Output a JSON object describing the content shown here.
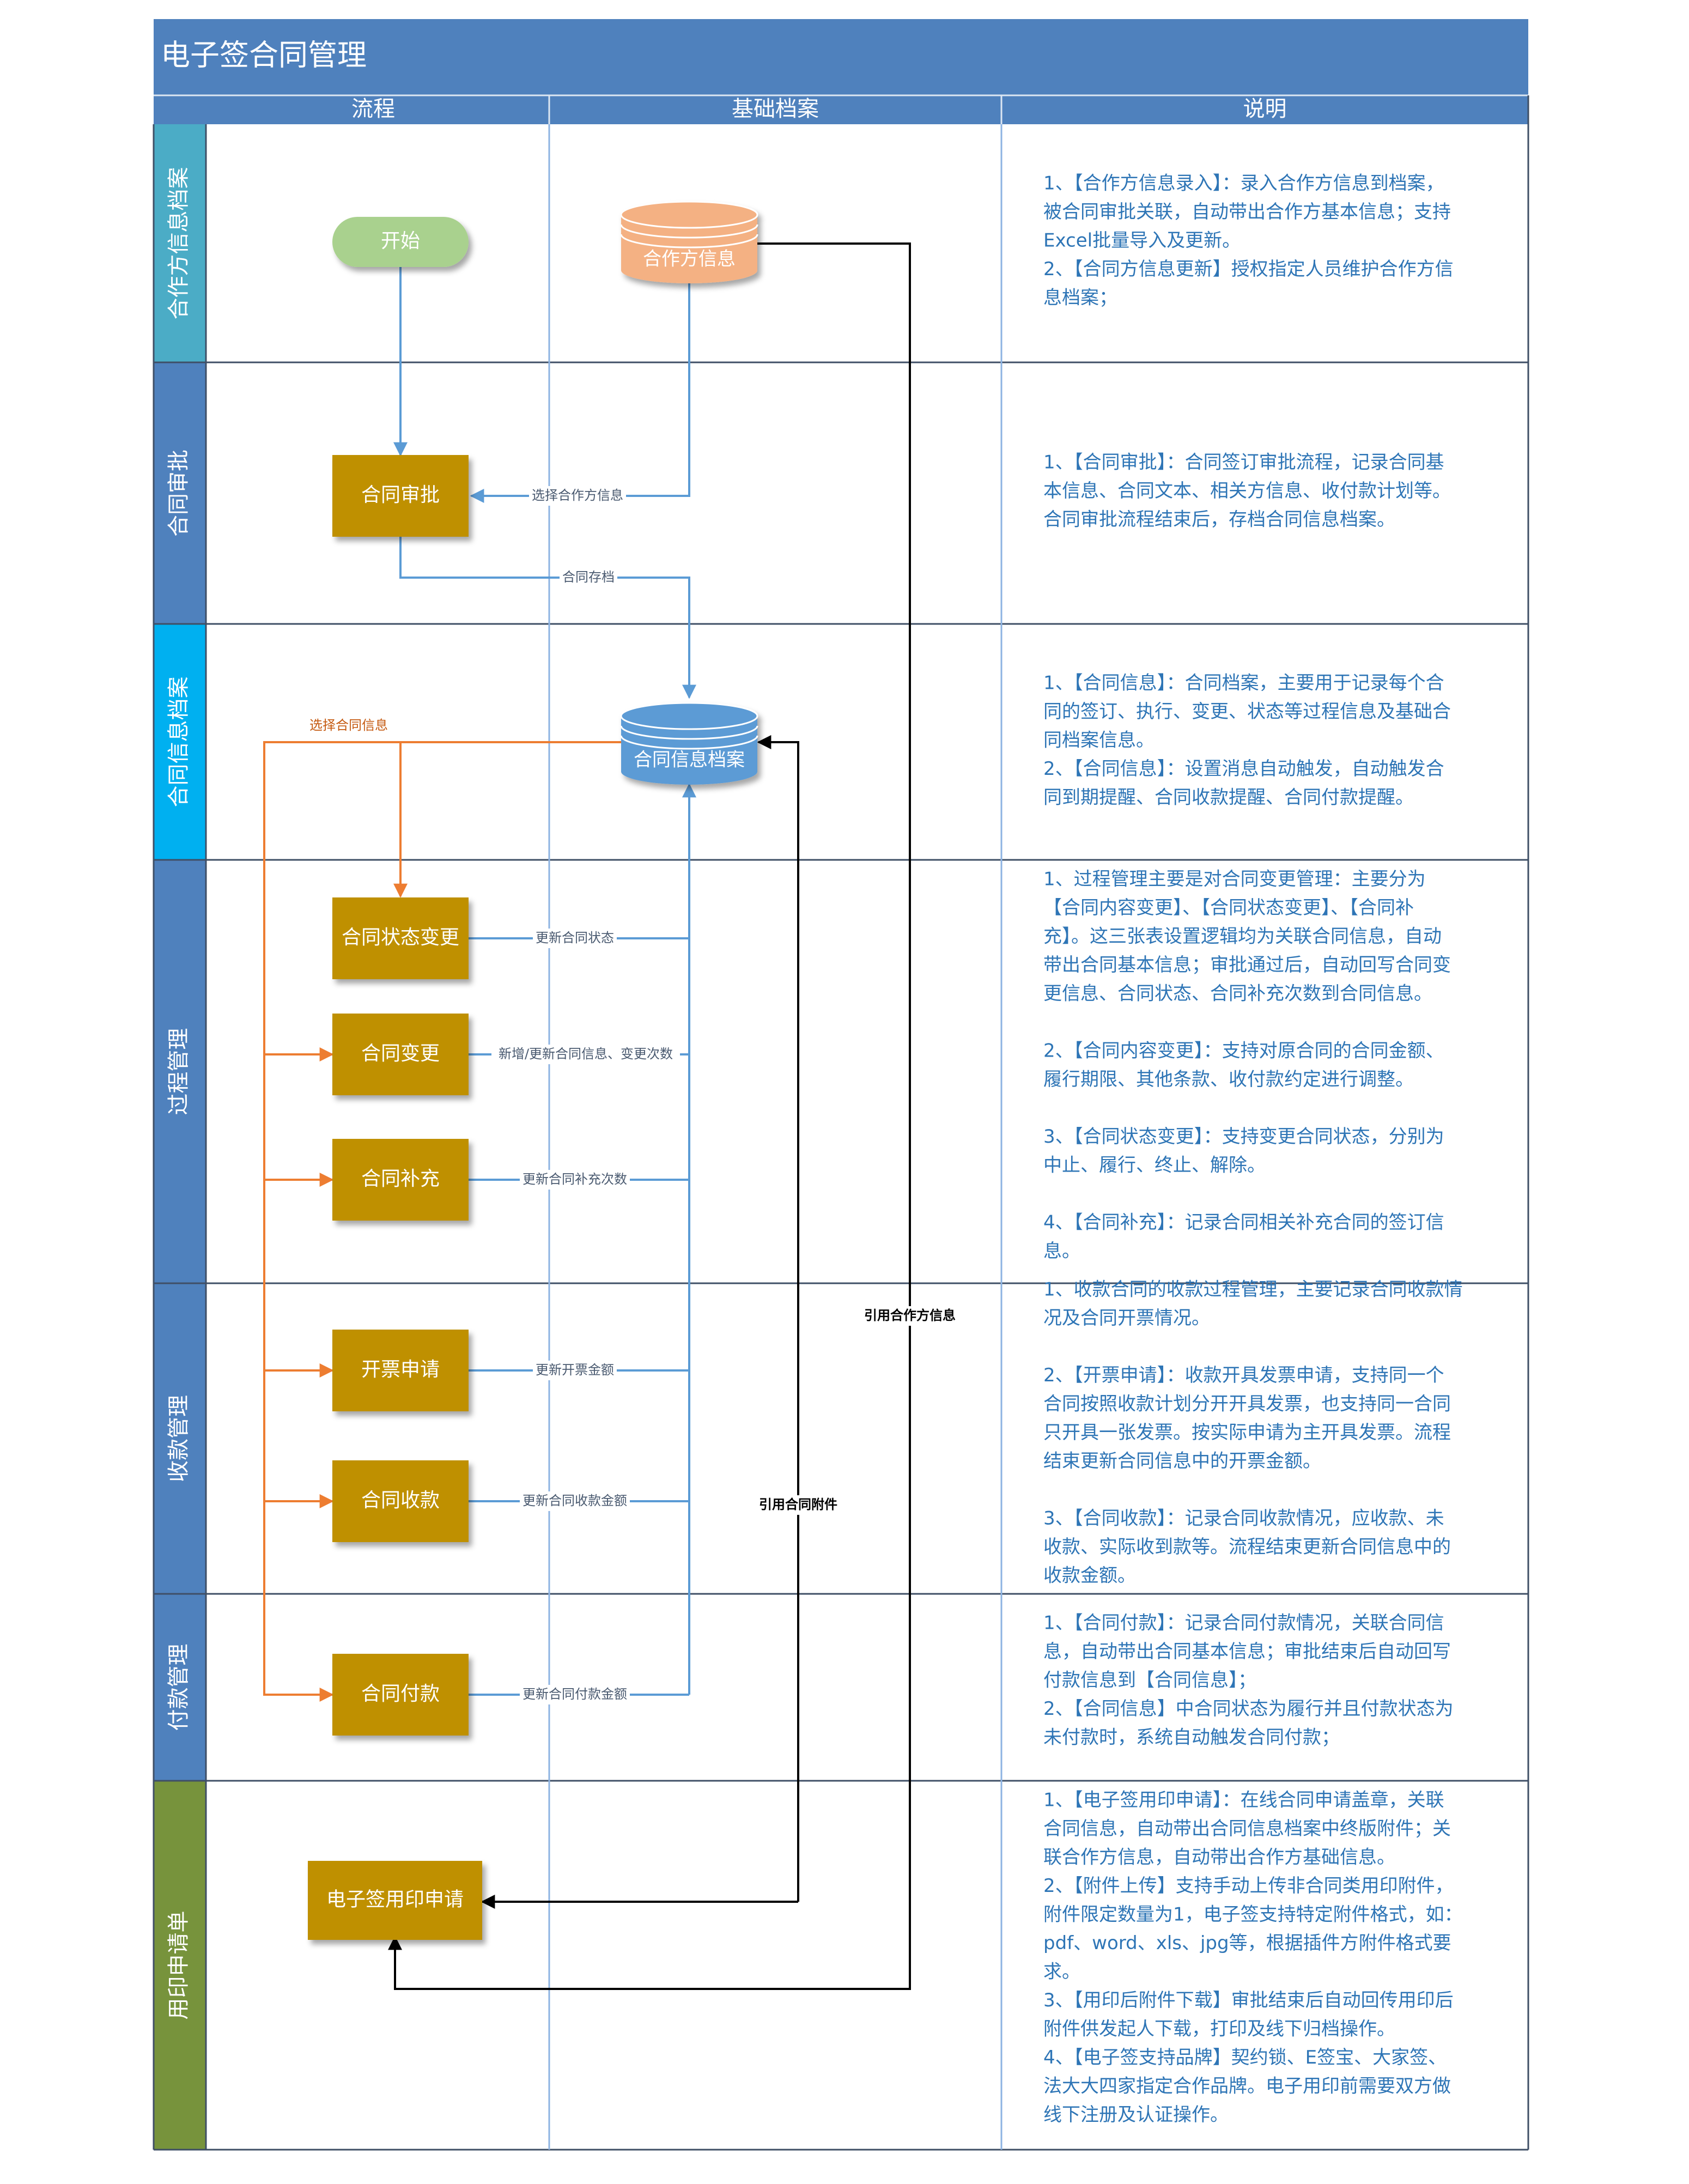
{
  "title": "电子签合同管理",
  "columns": [
    "流程",
    "基础档案",
    "说明"
  ],
  "lanes": [
    {
      "label": "合作方信息档案",
      "color": "#4bacc6"
    },
    {
      "label": "合同审批",
      "color": "#4f81bd"
    },
    {
      "label": "合同信息档案",
      "color": "#00b0f0"
    },
    {
      "label": "过程管理",
      "color": "#4f81bd"
    },
    {
      "label": "收款管理",
      "color": "#4f81bd"
    },
    {
      "label": "付款管理",
      "color": "#4f81bd"
    },
    {
      "label": "用印申请单",
      "color": "#77933c"
    }
  ],
  "nodes": {
    "start": "开始",
    "partner_info": "合作方信息",
    "contract_approval": "合同审批",
    "contract_archive": "合同信息档案",
    "status_change": "合同状态变更",
    "contract_change": "合同变更",
    "contract_supplement": "合同补充",
    "invoice_request": "开票申请",
    "contract_receipt": "合同收款",
    "contract_payment": "合同付款",
    "seal_request": "电子签用印申请"
  },
  "edge_labels": {
    "select_partner": "选择合作方信息",
    "contract_store": "合同存档",
    "select_contract": "选择合同信息",
    "update_status": "更新合同状态",
    "update_change": "新增/更新合同信息、变更次数",
    "update_supplement": "更新合同补充次数",
    "update_invoice": "更新开票金额",
    "update_receipt": "更新合同收款金额",
    "update_payment": "更新合同付款金额",
    "ref_attachment": "引用合同附件",
    "ref_partner": "引用合作方信息"
  },
  "notes": [
    [
      "1、【合作方信息录入】：录入合作方信息到档案，",
      "被合同审批关联，自动带出合作方基本信息；支持",
      "Excel批量导入及更新。",
      "2、【合同方信息更新】授权指定人员维护合作方信",
      "息档案；"
    ],
    [
      "1、【合同审批】：合同签订审批流程，记录合同基",
      "本信息、合同文本、相关方信息、收付款计划等。",
      "合同审批流程结束后，存档合同信息档案。"
    ],
    [
      "1、【合同信息】：合同档案，主要用于记录每个合",
      "同的签订、执行、变更、状态等过程信息及基础合",
      "同档案信息。",
      "2、【合同信息】：设置消息自动触发，自动触发合",
      "同到期提醒、合同收款提醒、合同付款提醒。"
    ],
    [
      "1、过程管理主要是对合同变更管理：主要分为",
      "【合同内容变更】、【合同状态变更】、【合同补",
      "充】。这三张表设置逻辑均为关联合同信息，自动",
      "带出合同基本信息；审批通过后，自动回写合同变",
      "更信息、合同状态、合同补充次数到合同信息。",
      "",
      "2、【合同内容变更】：支持对原合同的合同金额、",
      "履行期限、其他条款、收付款约定进行调整。",
      "",
      "3、【合同状态变更】：支持变更合同状态，分别为",
      "中止、履行、终止、解除。",
      "",
      "4、【合同补充】：记录合同相关补充合同的签订信",
      "息。"
    ],
    [
      "1、收款合同的收款过程管理，主要记录合同收款情",
      "况及合同开票情况。",
      "",
      "2、【开票申请】：收款开具发票申请，支持同一个",
      "合同按照收款计划分开开具发票，也支持同一合同",
      "只开具一张发票。按实际申请为主开具发票。流程",
      "结束更新合同信息中的开票金额。",
      "",
      "3、【合同收款】：记录合同收款情况，应收款、未",
      "收款、实际收到款等。流程结束更新合同信息中的",
      "收款金额。"
    ],
    [
      "1、【合同付款】：记录合同付款情况，关联合同信",
      "息，自动带出合同基本信息；审批结束后自动回写",
      "付款信息到【合同信息】；",
      "2、【合同信息】中合同状态为履行并且付款状态为",
      "未付款时，系统自动触发合同付款；"
    ],
    [
      "1、【电子签用印申请】：在线合同申请盖章，关联",
      "合同信息，自动带出合同信息档案中终版附件；关",
      "联合作方信息，自动带出合作方基础信息。",
      "2、【附件上传】支持手动上传非合同类用印附件，",
      "附件限定数量为1，电子签支持特定附件格式，如：",
      "pdf、word、xls、jpg等，根据插件方附件格式要",
      "求。",
      "3、【用印后附件下载】审批结束后自动回传用印后",
      "附件供发起人下载，打印及线下归档操作。",
      "4、【电子签支持品牌】契约锁、E签宝、大家签、",
      "法大大四家指定合作品牌。电子用印前需要双方做",
      "线下注册及认证操作。"
    ]
  ],
  "colors": {
    "header": "#4f81bd",
    "task": "#bf9000",
    "start": "#a9d18e",
    "partner_db": "#f4b183",
    "contract_db": "#5b9bd5",
    "blue_line": "#5b9bd5",
    "orange_line": "#ed7d31",
    "note_text": "#2e75b6"
  }
}
